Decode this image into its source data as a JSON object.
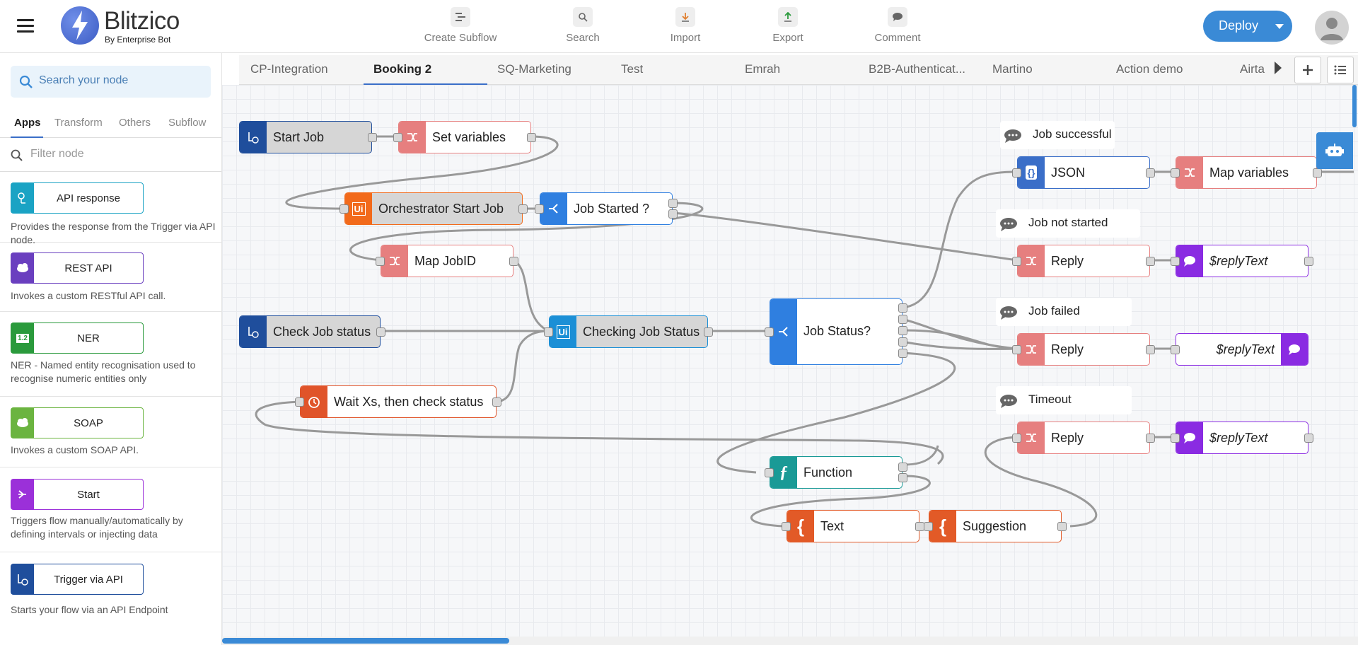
{
  "app": {
    "brand": "Blitzico",
    "brand_sub": "By Enterprise Bot"
  },
  "toolbar": {
    "create_subflow": "Create Subflow",
    "search": "Search",
    "import": "Import",
    "export": "Export",
    "comment": "Comment",
    "deploy": "Deploy"
  },
  "sidebar": {
    "search_placeholder": "Search your node",
    "filter_placeholder": "Filter node",
    "tabs": [
      "Apps",
      "Transform",
      "Others",
      "Subflow"
    ],
    "palette": [
      {
        "label": "API response",
        "desc": "Provides the response from the Trigger via API node.",
        "color": "#1aa3c4"
      },
      {
        "label": "REST API",
        "desc": "Invokes a custom RESTful API call.",
        "color": "#6a3fbf"
      },
      {
        "label": "NER",
        "desc": "NER - Named entity recognisation used to recognise numeric entities only",
        "color": "#2a9a3c"
      },
      {
        "label": "SOAP",
        "desc": "Invokes a custom SOAP API.",
        "color": "#6bb440"
      },
      {
        "label": "Start",
        "desc": "Triggers flow manually/automatically by defining intervals or injecting data",
        "color": "#9b30d9"
      },
      {
        "label": "Trigger via API",
        "desc": "Starts your flow via an API Endpoint",
        "color": "#1f4e9c"
      }
    ]
  },
  "flow_tabs": [
    "CP-Integration",
    "Booking 2",
    "SQ-Marketing",
    "Test",
    "Emrah",
    "B2B-Authenticat...",
    "Martino",
    "Action demo",
    "Airtab"
  ],
  "nodes": {
    "start_job": "Start Job",
    "set_variables": "Set variables",
    "orchestrator_start_job": "Orchestrator Start Job",
    "job_started": "Job Started ?",
    "map_jobid": "Map JobID",
    "check_job_status": "Check Job status",
    "checking_job_status": "Checking Job Status",
    "job_status": "Job Status?",
    "wait": "Wait Xs, then check status",
    "function": "Function",
    "text": "Text",
    "suggestion": "Suggestion",
    "json": "JSON",
    "map_variables": "Map variables",
    "reply1": "Reply",
    "reply2": "Reply",
    "reply3": "Reply",
    "replytext1": "$replyText",
    "replytext2": "$replyText",
    "replytext3": "$replyText"
  },
  "comments": {
    "job_successful": "Job successful",
    "job_not_started": "Job not started",
    "job_failed": "Job failed",
    "timeout": "Timeout"
  },
  "icons": {
    "ui": "Ui",
    "ner": "1.2"
  },
  "colors": {
    "accent": "#3a8ad6",
    "trigger": "#1f4e9c",
    "change": "#e67f7f",
    "uipath": "#f26a1b",
    "uipath_blue": "#1b8fd6",
    "switch": "#2f7fe0",
    "delay": "#e0542a",
    "function": "#1a9a96",
    "template": "#e25a27",
    "json": "#3a6ec8",
    "message": "#8a2be2"
  }
}
